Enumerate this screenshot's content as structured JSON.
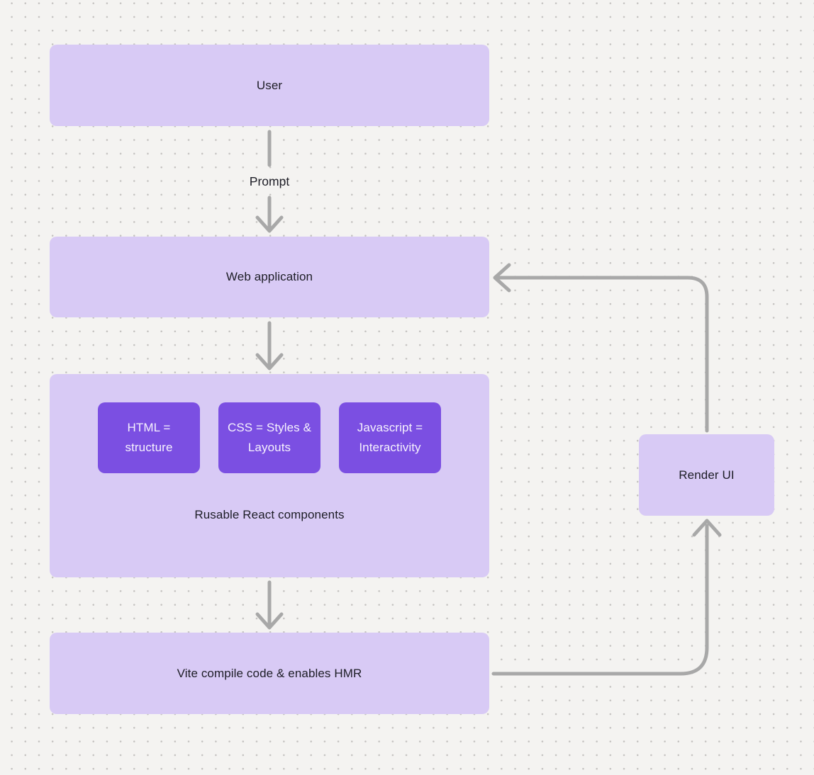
{
  "colors": {
    "bg": "#f4f3f1",
    "dot": "#c4c2c0",
    "node-fill": "#d8caf5",
    "chip-fill": "#7b4fe2",
    "text-dark": "#1d1d26",
    "text-light": "#f6f2fd",
    "arrow": "#a8a8a8"
  },
  "nodes": {
    "user": {
      "label": "User"
    },
    "web_application": {
      "label": "Web application"
    },
    "components": {
      "caption": "Rusable React components",
      "chips": [
        {
          "label": "HTML = structure"
        },
        {
          "label": "CSS = Styles & Layouts"
        },
        {
          "label": "Javascript = Interactivity"
        }
      ]
    },
    "vite": {
      "label": "Vite compile code & enables HMR"
    },
    "render_ui": {
      "label": "Render UI"
    }
  },
  "edges": {
    "prompt": {
      "label": "Prompt"
    }
  }
}
